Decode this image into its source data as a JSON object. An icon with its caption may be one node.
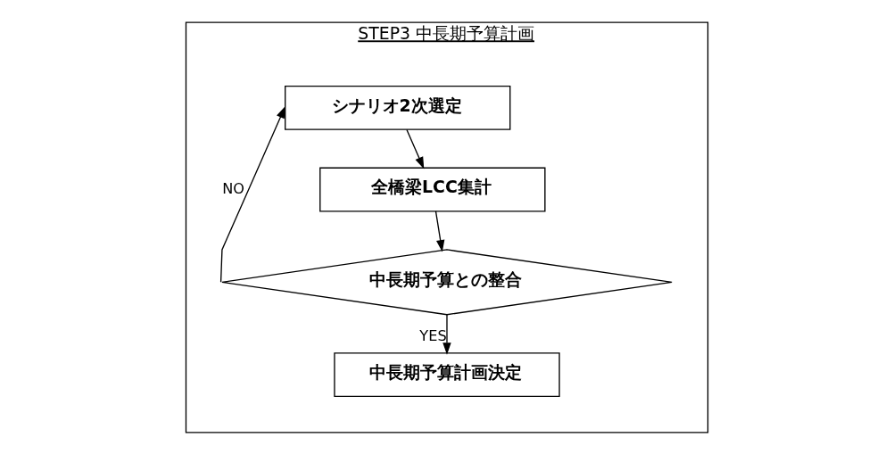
{
  "diagram": {
    "nodes": [
      {
        "text": [
          "STEP3 中長期予算計画"
        ]
      },
      {
        "text": [
          "シナリオ2次選定"
        ],
        "in": 0
      },
      {
        "text": [
          "全橋梁LCC集計"
        ],
        "in": 0
      },
      {
        "text": [
          "中長期予算との整合"
        ],
        "in": 0
      },
      {
        "text": [
          "中長期予算計画決定"
        ],
        "in": 0
      }
    ],
    "edges": [
      {
        "from": 1,
        "to": 2,
        "arrow": "to"
      },
      {
        "from": 2,
        "to": 3,
        "arrow": "to"
      },
      {
        "from": 3,
        "to": 1,
        "arrow": "to",
        "label": "NO"
      },
      {
        "from": 3,
        "to": 4,
        "arrow": "to",
        "label": "YES"
      }
    ]
  }
}
